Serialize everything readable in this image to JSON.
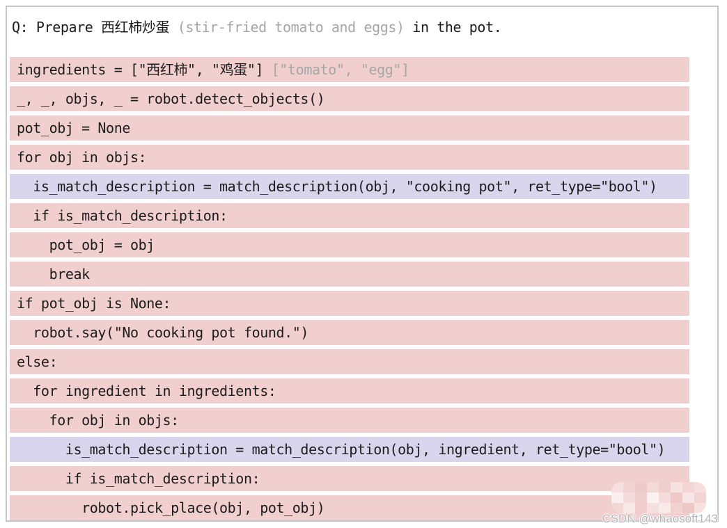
{
  "question": {
    "prefix": "Q: Prepare 西红柿炒蛋 ",
    "translation": "(stir-fried tomato and eggs)",
    "suffix": " in the pot."
  },
  "code": {
    "lines": [
      {
        "highlight": "pink",
        "segments": [
          {
            "text": "ingredients = [\"西红柿\", \"鸡蛋\"]",
            "tone": "normal"
          },
          {
            "text": " [\"tomato\", \"egg\"]",
            "tone": "gray"
          }
        ]
      },
      {
        "highlight": "pink",
        "segments": [
          {
            "text": "_, _, objs, _ = robot.detect_objects()",
            "tone": "normal"
          }
        ]
      },
      {
        "highlight": "pink",
        "segments": [
          {
            "text": "pot_obj = None",
            "tone": "normal"
          }
        ]
      },
      {
        "highlight": "pink",
        "segments": [
          {
            "text": "for obj in objs:",
            "tone": "normal"
          }
        ]
      },
      {
        "highlight": "purple",
        "segments": [
          {
            "text": "  is_match_description = match_description(obj, \"cooking pot\", ret_type=\"bool\")",
            "tone": "normal"
          }
        ]
      },
      {
        "highlight": "pink",
        "segments": [
          {
            "text": "  if is_match_description:",
            "tone": "normal"
          }
        ]
      },
      {
        "highlight": "pink",
        "segments": [
          {
            "text": "    pot_obj = obj",
            "tone": "normal"
          }
        ]
      },
      {
        "highlight": "pink",
        "segments": [
          {
            "text": "    break",
            "tone": "normal"
          }
        ]
      },
      {
        "highlight": "pink",
        "segments": [
          {
            "text": "if pot_obj is None:",
            "tone": "normal"
          }
        ]
      },
      {
        "highlight": "pink",
        "segments": [
          {
            "text": "  robot.say(\"No cooking pot found.\")",
            "tone": "normal"
          }
        ]
      },
      {
        "highlight": "pink",
        "segments": [
          {
            "text": "else:",
            "tone": "normal"
          }
        ]
      },
      {
        "highlight": "pink",
        "segments": [
          {
            "text": "  for ingredient in ingredients:",
            "tone": "normal"
          }
        ]
      },
      {
        "highlight": "pink",
        "segments": [
          {
            "text": "    for obj in objs:",
            "tone": "normal"
          }
        ]
      },
      {
        "highlight": "purple",
        "segments": [
          {
            "text": "      is_match_description = match_description(obj, ingredient, ret_type=\"bool\")",
            "tone": "normal"
          }
        ]
      },
      {
        "highlight": "pink",
        "segments": [
          {
            "text": "      if is_match_description:",
            "tone": "normal"
          }
        ]
      },
      {
        "highlight": "pink",
        "segments": [
          {
            "text": "        robot.pick_place(obj, pot_obj)",
            "tone": "normal"
          }
        ]
      }
    ]
  },
  "watermark": {
    "text": "CSDN @whaosoft143"
  },
  "colors": {
    "pink": "#f2cfcf",
    "purple": "#d9d5ec",
    "code_text": "#1c1c1c",
    "gray_text": "#a6a6a6",
    "frame_border": "#c6c6c6",
    "watermark_text": "#b4b7ba"
  },
  "mosaic_cells": [
    "#f6dfdf",
    "#f2d3d3",
    "#eecaca",
    "#f4d9d9",
    "#f0cece",
    "#f7e2e2",
    "#f3d5d5",
    "#f6dede",
    "#fbeeee",
    "#f5dada",
    "#f1cfcf",
    "#fcf2f2",
    "#f5dcdc",
    "#efc8c8",
    "#f8e5e5",
    "#f3d4d4",
    "#f3d6d6",
    "#f8e7e7",
    "#f1cdcd",
    "#f6dfdf",
    "#fae9e9",
    "#f2d1d1",
    "#eec7c7",
    "#f7e1e1"
  ]
}
